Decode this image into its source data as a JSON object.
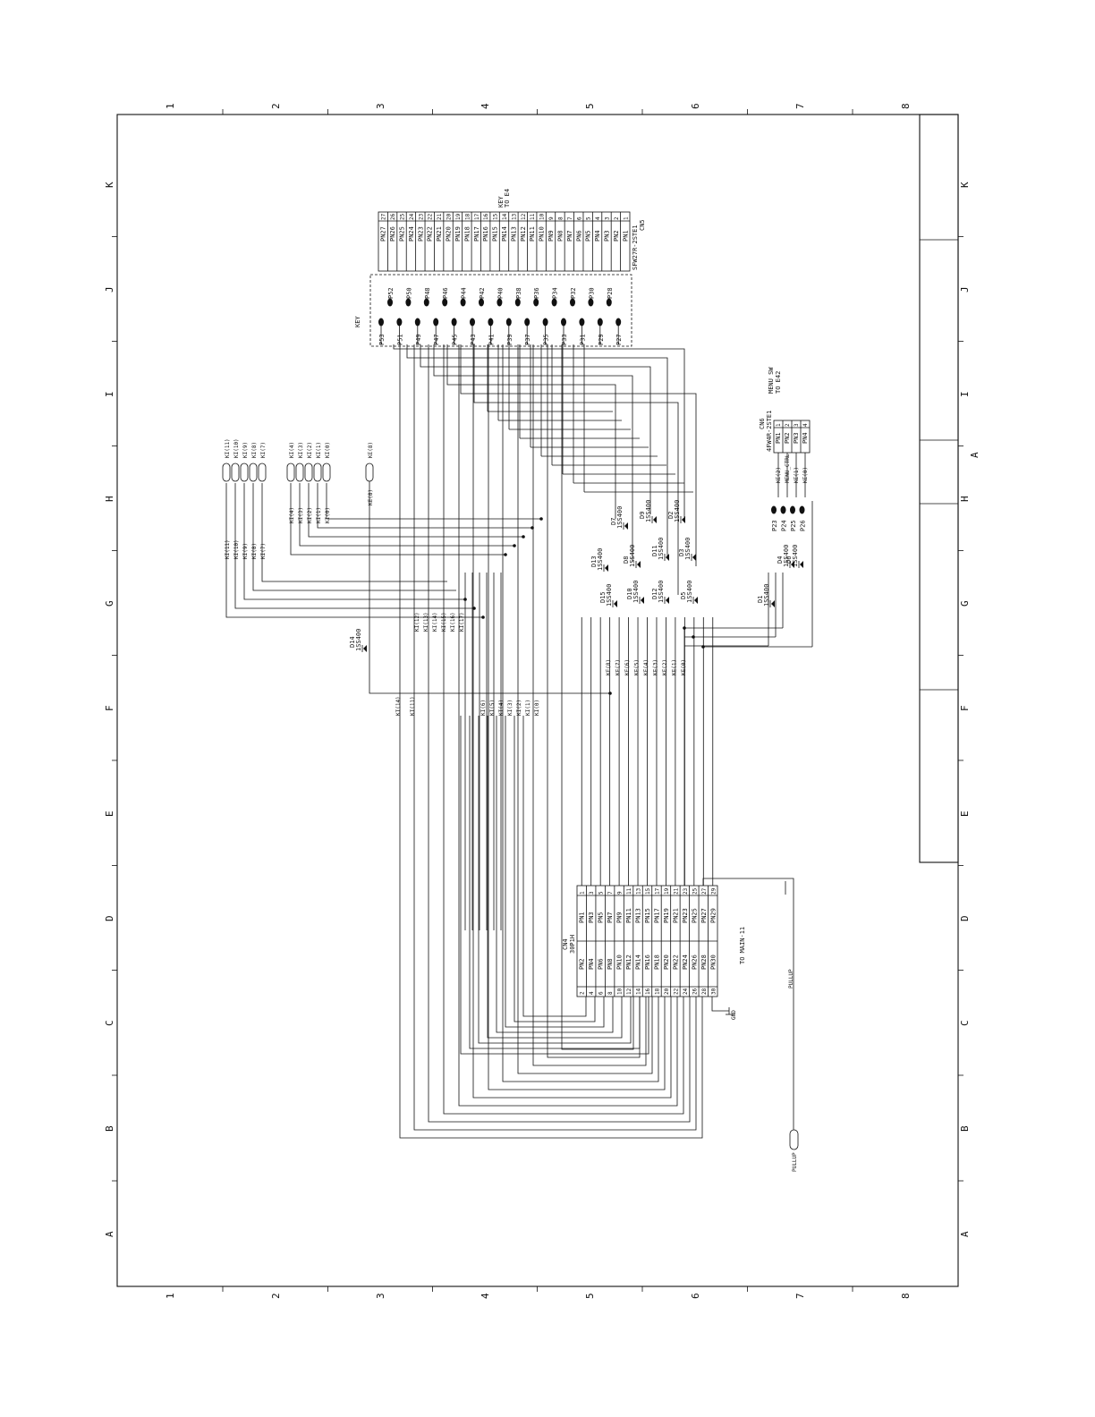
{
  "zones": {
    "columns": [
      "1",
      "2",
      "3",
      "4",
      "5",
      "6",
      "7",
      "8"
    ],
    "rows": [
      "K",
      "J",
      "I",
      "H",
      "G",
      "F",
      "E",
      "D",
      "C",
      "B",
      "A"
    ]
  },
  "cn5": {
    "ref": "CN5",
    "part": "SFW27R-2STE1",
    "note_line1": "KEY",
    "note_line2": "TO E4",
    "pins": [
      {
        "num": "1",
        "name": "PN1"
      },
      {
        "num": "2",
        "name": "PN2"
      },
      {
        "num": "3",
        "name": "PN3"
      },
      {
        "num": "4",
        "name": "PN4"
      },
      {
        "num": "5",
        "name": "PN5"
      },
      {
        "num": "6",
        "name": "PN6"
      },
      {
        "num": "7",
        "name": "PN7"
      },
      {
        "num": "8",
        "name": "PN8"
      },
      {
        "num": "9",
        "name": "PN9"
      },
      {
        "num": "10",
        "name": "PN10"
      },
      {
        "num": "11",
        "name": "PN11"
      },
      {
        "num": "12",
        "name": "PN12"
      },
      {
        "num": "13",
        "name": "PN13"
      },
      {
        "num": "14",
        "name": "PN14"
      },
      {
        "num": "15",
        "name": "PN15"
      },
      {
        "num": "16",
        "name": "PN16"
      },
      {
        "num": "17",
        "name": "PN17"
      },
      {
        "num": "18",
        "name": "PN18"
      },
      {
        "num": "19",
        "name": "PN19"
      },
      {
        "num": "20",
        "name": "PN20"
      },
      {
        "num": "21",
        "name": "PN21"
      },
      {
        "num": "22",
        "name": "PN22"
      },
      {
        "num": "23",
        "name": "PN23"
      },
      {
        "num": "24",
        "name": "PN24"
      },
      {
        "num": "25",
        "name": "PN25"
      },
      {
        "num": "26",
        "name": "PN26"
      },
      {
        "num": "27",
        "name": "PN27"
      }
    ]
  },
  "pad_block": {
    "tag": "KEY",
    "left": [
      "P53",
      "P51",
      "P49",
      "P47",
      "P45",
      "P43",
      "P41",
      "P39",
      "P37",
      "P35",
      "P33",
      "P31",
      "P29",
      "P27"
    ],
    "right": [
      "P52",
      "P50",
      "P48",
      "P46",
      "P44",
      "P42",
      "P40",
      "P38",
      "P36",
      "P34",
      "P32",
      "P30",
      "P28"
    ]
  },
  "cn6": {
    "ref": "CN6",
    "part": "4FW4R-2STE1",
    "note_line1": "MENU SW",
    "note_line2": "TO E42",
    "pins": [
      {
        "num": "1",
        "name": "PN1"
      },
      {
        "num": "2",
        "name": "PN2"
      },
      {
        "num": "3",
        "name": "PN3"
      },
      {
        "num": "4",
        "name": "PN4"
      }
    ],
    "nets": [
      "KE(2)",
      "MENU_CTRL",
      "KE(1)",
      "KE(0)"
    ]
  },
  "menu_pads": [
    "P23",
    "P24",
    "P25",
    "P26"
  ],
  "cn4": {
    "ref": "CN4",
    "part": "30P1H",
    "note": "TO MAIN-11",
    "odd": [
      {
        "num": "1",
        "name": "PN1"
      },
      {
        "num": "3",
        "name": "PN3"
      },
      {
        "num": "5",
        "name": "PN5"
      },
      {
        "num": "7",
        "name": "PN7"
      },
      {
        "num": "9",
        "name": "PN9"
      },
      {
        "num": "11",
        "name": "PN11"
      },
      {
        "num": "13",
        "name": "PN13"
      },
      {
        "num": "15",
        "name": "PN15"
      },
      {
        "num": "17",
        "name": "PN17"
      },
      {
        "num": "19",
        "name": "PN19"
      },
      {
        "num": "21",
        "name": "PN21"
      },
      {
        "num": "23",
        "name": "PN23"
      },
      {
        "num": "25",
        "name": "PN25"
      },
      {
        "num": "27",
        "name": "PN27"
      },
      {
        "num": "29",
        "name": "PN29"
      }
    ],
    "even": [
      {
        "num": "2",
        "name": "PN2"
      },
      {
        "num": "4",
        "name": "PN4"
      },
      {
        "num": "6",
        "name": "PN6"
      },
      {
        "num": "8",
        "name": "PN8"
      },
      {
        "num": "10",
        "name": "PN10"
      },
      {
        "num": "12",
        "name": "PN12"
      },
      {
        "num": "14",
        "name": "PN14"
      },
      {
        "num": "16",
        "name": "PN16"
      },
      {
        "num": "18",
        "name": "PN18"
      },
      {
        "num": "20",
        "name": "PN20"
      },
      {
        "num": "22",
        "name": "PN22"
      },
      {
        "num": "24",
        "name": "PN24"
      },
      {
        "num": "26",
        "name": "PN26"
      },
      {
        "num": "28",
        "name": "PN28"
      },
      {
        "num": "30",
        "name": "PN30"
      }
    ]
  },
  "ki_group1": [
    "KI(11)",
    "KI(10)",
    "KI(9)",
    "KI(8)",
    "KI(7)"
  ],
  "ki_group2": [
    "KI(4)",
    "KI(3)",
    "KI(2)",
    "KI(1)",
    "KI(0)"
  ],
  "ke_single": "KE(8)",
  "ki_row": [
    "KI(12)",
    "KI(13)",
    "KI(14)",
    "KI(15)",
    "KI(16)",
    "KI(17)"
  ],
  "ki_bottom_left": [
    "KI(14)",
    "KI(11)"
  ],
  "ki_bottom_mid": [
    "KI(6)",
    "KI(5)",
    "KI(4)",
    "KI(3)",
    "KI(2)",
    "KI(1)",
    "KI(0)"
  ],
  "ke_row": [
    "KE(8)",
    "KE(7)",
    "KE(6)",
    "KE(5)",
    "KE(4)",
    "KE(3)",
    "KE(2)",
    "KE(1)",
    "KE(0)"
  ],
  "diodes": [
    {
      "ref": "D13",
      "part": "1SS400"
    },
    {
      "ref": "D7",
      "part": "1SS400"
    },
    {
      "ref": "D8",
      "part": "1SS400"
    },
    {
      "ref": "D9",
      "part": "1SS400"
    },
    {
      "ref": "D11",
      "part": "1SS400"
    },
    {
      "ref": "D2",
      "part": "1SS400"
    },
    {
      "ref": "D3",
      "part": "1SS400"
    },
    {
      "ref": "D15",
      "part": "1SS400"
    },
    {
      "ref": "D10",
      "part": "1SS400"
    },
    {
      "ref": "D12",
      "part": "1SS400"
    },
    {
      "ref": "D5",
      "part": "1SS400"
    },
    {
      "ref": "D1",
      "part": "1SS400"
    },
    {
      "ref": "D4",
      "part": "1SS400"
    },
    {
      "ref": "D6",
      "part": "1SS400"
    },
    {
      "ref": "D14",
      "part": "1SS400"
    }
  ],
  "pullup": {
    "label": "PULLUP",
    "tag": "PULLUP"
  },
  "gnd_label": "GND",
  "side_mark": "A"
}
